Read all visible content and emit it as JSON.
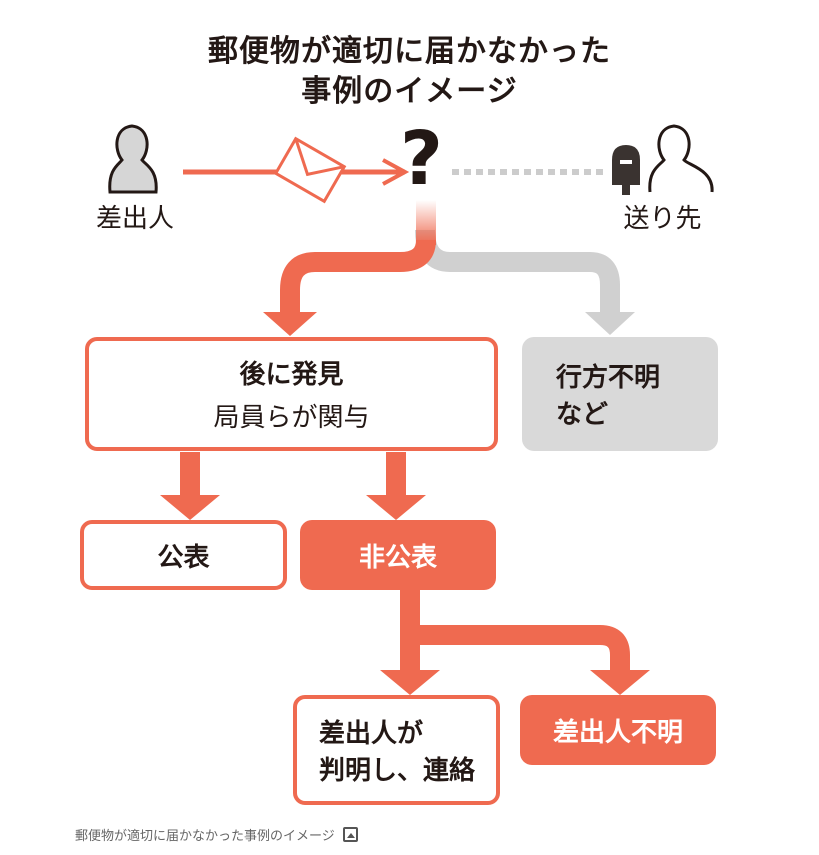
{
  "title": {
    "line1": "郵便物が適切に届かなかった",
    "line2": "事例のイメージ"
  },
  "sender_label": "差出人",
  "recipient_label": "送り先",
  "question_mark": "?",
  "found_box": {
    "line1": "後に発見",
    "line2": "局員らが関与"
  },
  "missing_box": {
    "line1": "行方不明",
    "line2": "など"
  },
  "public_box": "公表",
  "nonpublic_box": "非公表",
  "identified_box": {
    "line1": "差出人が",
    "line2": "判明し、連絡"
  },
  "unknown_box": "差出人不明",
  "caption": "郵便物が適切に届かなかった事例のイメージ",
  "colors": {
    "accent": "#ef6a50",
    "gray": "#d9d9d9",
    "dark": "#231815"
  }
}
